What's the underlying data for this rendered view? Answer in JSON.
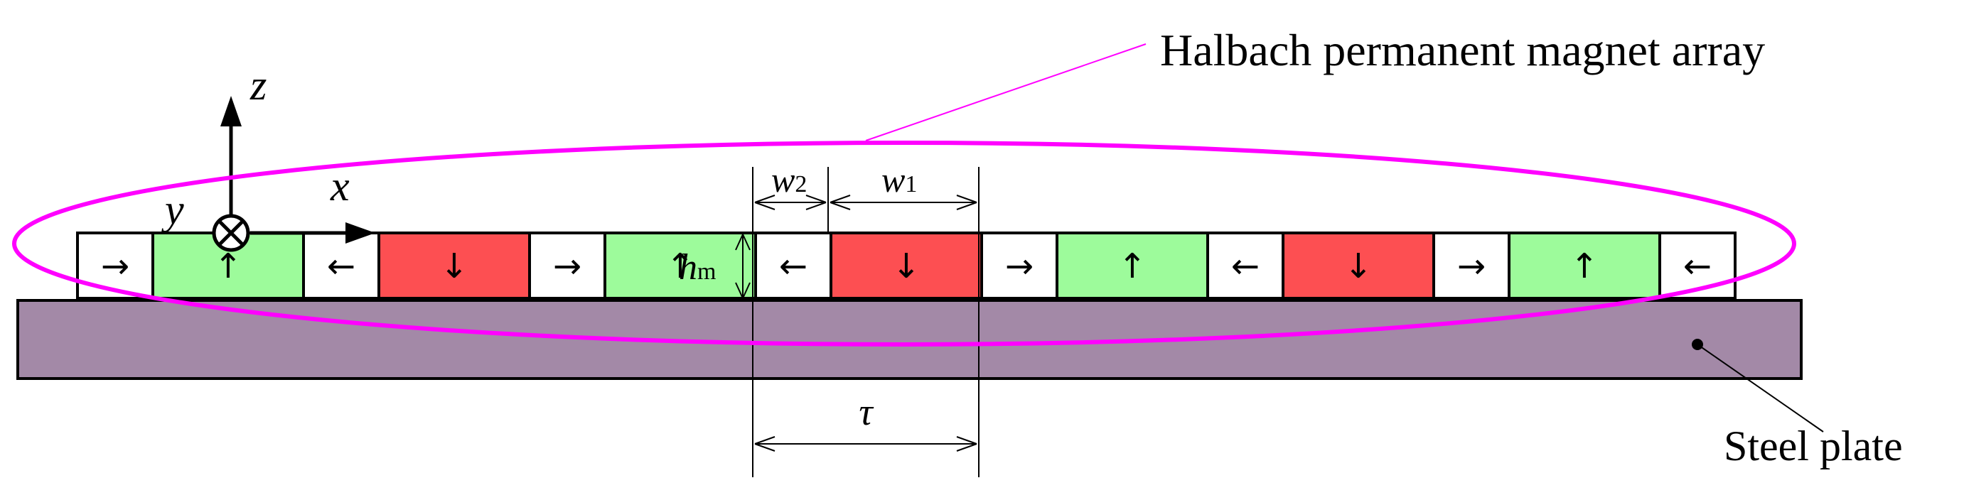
{
  "labels": {
    "array_label": "Halbach permanent magnet array",
    "plate_label": "Steel plate",
    "axis_x": "x",
    "axis_y": "y",
    "axis_z": "z",
    "dim_w1_base": "w",
    "dim_w1_sub": "1",
    "dim_w2_base": "w",
    "dim_w2_sub": "2",
    "dim_h_base": "h",
    "dim_h_sub": "m",
    "dim_tau": "τ",
    "axis_y_marker": "⊗"
  },
  "magnets": [
    {
      "kind": "horizontal",
      "arrow": "→"
    },
    {
      "kind": "up",
      "arrow": "↑"
    },
    {
      "kind": "horizontal",
      "arrow": "←"
    },
    {
      "kind": "down",
      "arrow": "↓"
    },
    {
      "kind": "horizontal",
      "arrow": "→"
    },
    {
      "kind": "up",
      "arrow": "↑"
    },
    {
      "kind": "horizontal",
      "arrow": "←"
    },
    {
      "kind": "down",
      "arrow": "↓"
    },
    {
      "kind": "horizontal",
      "arrow": "→"
    },
    {
      "kind": "up",
      "arrow": "↑"
    },
    {
      "kind": "horizontal",
      "arrow": "←"
    },
    {
      "kind": "down",
      "arrow": "↓"
    },
    {
      "kind": "horizontal",
      "arrow": "→"
    },
    {
      "kind": "up",
      "arrow": "↑"
    },
    {
      "kind": "horizontal",
      "arrow": "←"
    }
  ],
  "colors": {
    "up": "#9dfb9b",
    "down": "#fd4f52",
    "horizontal": "#ffffff",
    "plate": "#a389a7",
    "ellipse": "#ff00ff"
  }
}
